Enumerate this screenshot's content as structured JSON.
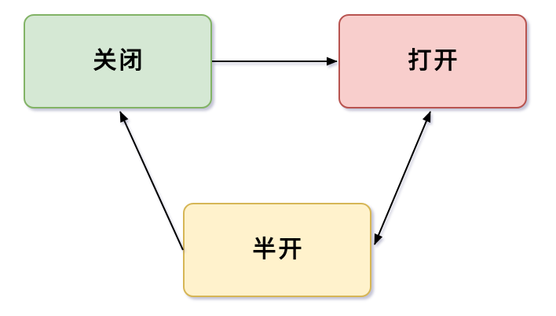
{
  "diagram": {
    "type": "state-diagram",
    "background_color": "#ffffff",
    "edge_color": "#000000",
    "text_color": "#000000",
    "shadow_color": "rgba(125,125,165,0.45)",
    "nodes": [
      {
        "id": "closed",
        "label": "关闭",
        "fill": "#d5e8d4",
        "stroke": "#82b366"
      },
      {
        "id": "open",
        "label": "打开",
        "fill": "#f8cecc",
        "stroke": "#b85450"
      },
      {
        "id": "half-open",
        "label": "半开",
        "fill": "#fff2cc",
        "stroke": "#d6b656"
      }
    ],
    "edges": [
      {
        "from": "closed",
        "to": "open",
        "bidirectional": false
      },
      {
        "from": "half-open",
        "to": "closed",
        "bidirectional": false
      },
      {
        "from": "open",
        "to": "half-open",
        "bidirectional": true
      }
    ]
  }
}
